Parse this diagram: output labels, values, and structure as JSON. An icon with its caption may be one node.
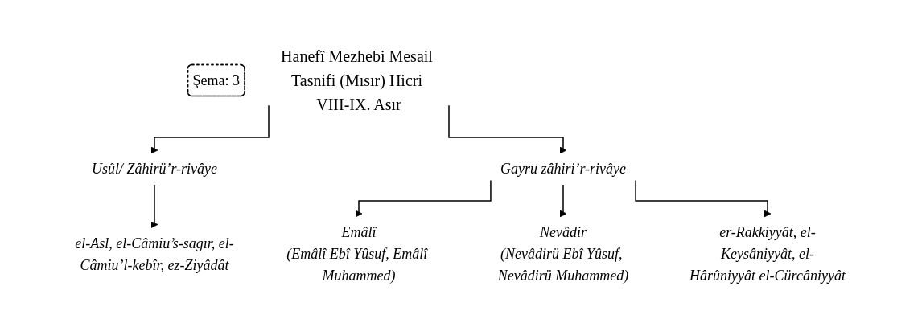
{
  "diagram": {
    "nodes": [
      {
        "text": [
          "Şema: 3"
        ]
      },
      {
        "text": [
          "Hanefî Mezhebi Mesail Tasnifi (Mısır) Hicri VIII-IX. Asır"
        ]
      },
      {
        "text": [
          "Usûl/ Zâhirü’r-rivâye"
        ]
      },
      {
        "text": [
          "Gayru zâhiri’r-rivâye"
        ]
      },
      {
        "text": [
          "el-Asl, el-Câmiu’s-sagīr, el-Câmiu’l-kebîr, ez-Ziyâdât"
        ]
      },
      {
        "text": [
          "Emâlî",
          "(Emâlî Ebî Yûsuf, Emâlî Muhammed)"
        ]
      },
      {
        "text": [
          "Nevâdir",
          "(Nevâdirü Ebî Yûsuf, Nevâdirü Muhammed)"
        ]
      },
      {
        "text": [
          "er-Rakkiyyât, el-Keysâniyyât, el-Hârûniyyât el-Cürcâniyyât"
        ]
      }
    ],
    "edges": [
      {
        "from": 1,
        "to": 2,
        "arrow": "to"
      },
      {
        "from": 1,
        "to": 3,
        "arrow": "to"
      },
      {
        "from": 2,
        "to": 4,
        "arrow": "to"
      },
      {
        "from": 3,
        "to": 5,
        "arrow": "to"
      },
      {
        "from": 3,
        "to": 6,
        "arrow": "to"
      },
      {
        "from": 3,
        "to": 7,
        "arrow": "to"
      }
    ]
  }
}
